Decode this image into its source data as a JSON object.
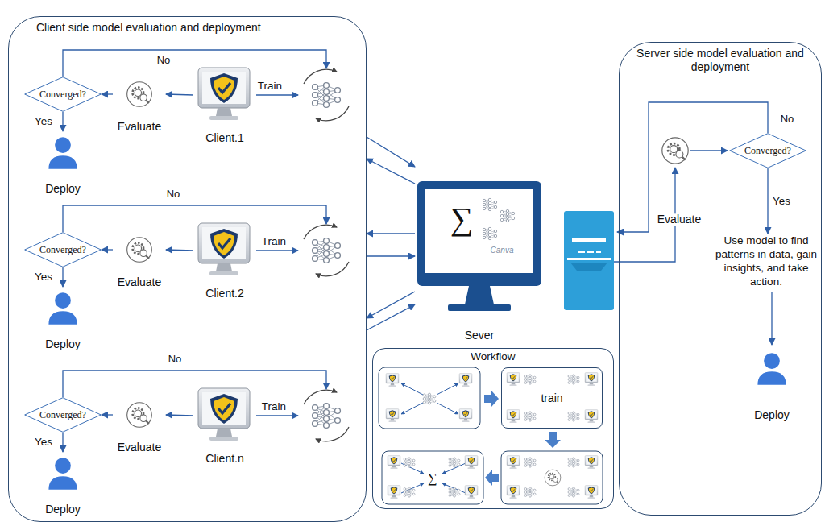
{
  "diagram": {
    "nodes": [
      {
        "text": [
          "Client side model evaluation and deployment"
        ]
      },
      {
        "text": [
          "Converged?"
        ],
        "in": 0
      },
      {
        "text": [
          "Evaluate"
        ],
        "in": 0
      },
      {
        "text": [
          "Client.1"
        ],
        "in": 0
      },
      {
        "text": [
          "Deploy"
        ],
        "in": 0
      },
      {
        "text": [
          "Converged?"
        ],
        "in": 0
      },
      {
        "text": [
          "Evaluate"
        ],
        "in": 0
      },
      {
        "text": [
          "Client.2"
        ],
        "in": 0
      },
      {
        "text": [
          "Deploy"
        ],
        "in": 0
      },
      {
        "text": [
          "Converged?"
        ],
        "in": 0
      },
      {
        "text": [
          "Evaluate"
        ],
        "in": 0
      },
      {
        "text": [
          "Client.n"
        ],
        "in": 0
      },
      {
        "text": [
          "Deploy"
        ],
        "in": 0
      },
      {
        "text": [
          "Sever"
        ]
      },
      {
        "text": [
          "Server side model evaluation and deployment"
        ]
      },
      {
        "text": [
          "Converged?"
        ],
        "in": 14
      },
      {
        "text": [
          "Use model to find patterns in data, gain insights, and take action."
        ],
        "in": 14
      },
      {
        "text": [
          "Deploy"
        ],
        "in": 14
      },
      {
        "text": [
          "Workflow"
        ]
      },
      {
        "text": [
          "train"
        ],
        "in": 18
      }
    ],
    "edges": [
      {
        "from": 3,
        "to": 2,
        "arrow": "to"
      },
      {
        "from": 2,
        "to": 1,
        "arrow": "to"
      },
      {
        "from": 1,
        "to": 4,
        "label": "Yes",
        "arrow": "to"
      },
      {
        "from": 7,
        "to": 6,
        "arrow": "to"
      },
      {
        "from": 6,
        "to": 5,
        "arrow": "to"
      },
      {
        "from": 5,
        "to": 8,
        "label": "Yes",
        "arrow": "to"
      },
      {
        "from": 11,
        "to": 10,
        "arrow": "to"
      },
      {
        "from": 10,
        "to": 9,
        "arrow": "to"
      },
      {
        "from": 9,
        "to": 12,
        "label": "Yes",
        "arrow": "to"
      },
      {
        "from": 0,
        "to": 13,
        "arrow": "to"
      },
      {
        "from": 13,
        "to": 0,
        "arrow": "to"
      },
      {
        "from": 13,
        "to": 0,
        "arrow": "to"
      },
      {
        "from": 0,
        "to": 13,
        "arrow": "to"
      },
      {
        "from": 13,
        "to": 0,
        "arrow": "to"
      },
      {
        "from": 0,
        "to": 13,
        "arrow": "to"
      },
      {
        "from": 15,
        "to": 16,
        "label": "Yes",
        "arrow": "to"
      },
      {
        "from": 16,
        "to": 17,
        "arrow": "to"
      }
    ],
    "labels": [
      "No",
      "Train",
      "No",
      "Train",
      "No",
      "Train",
      "∑",
      "Canva",
      "Evaluate",
      "No",
      "∑"
    ]
  }
}
